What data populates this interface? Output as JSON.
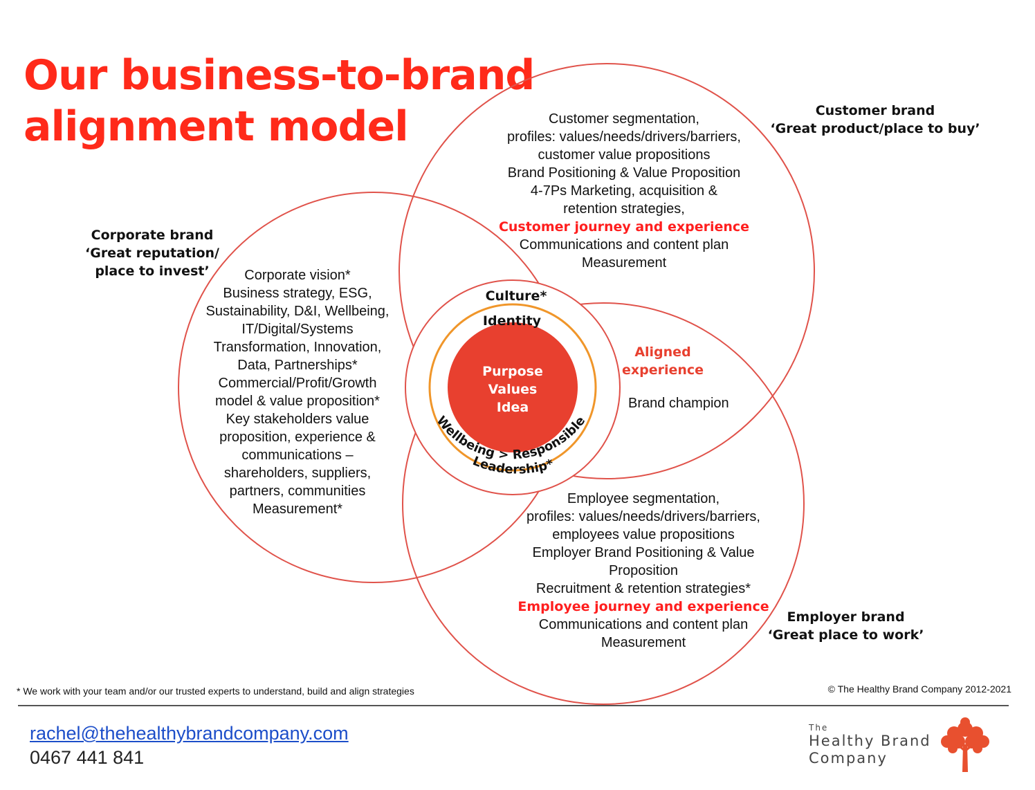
{
  "title": {
    "line1": "Our business-to-brand",
    "line2": "alignment model"
  },
  "colors": {
    "title_red": "#ff2a1a",
    "circle_stroke": "#e0524a",
    "core_fill": "#e8402f",
    "identity_ring": "#f0962a",
    "link_blue": "#1c4ec9"
  },
  "customer": {
    "label_line1": "Customer brand",
    "label_line2": "‘Great product/place to buy’",
    "lines": [
      "Customer segmentation,",
      "profiles: values/needs/drivers/barriers,",
      "customer value propositions",
      "Brand Positioning & Value Proposition",
      "4-7Ps Marketing, acquisition &",
      "retention strategies,"
    ],
    "highlight": "Customer journey and experience",
    "lines_after": [
      "Communications and content plan",
      "Measurement"
    ]
  },
  "corporate": {
    "label_line1": "Corporate brand",
    "label_line2": "‘Great reputation/",
    "label_line3": "place to invest’",
    "lines": [
      "Corporate vision*",
      "Business strategy, ESG,",
      "Sustainability, D&I, Wellbeing,",
      "IT/Digital/Systems",
      "Transformation, Innovation,",
      "Data, Partnerships*",
      "Commercial/Profit/Growth",
      "model & value proposition*",
      "Key stakeholders value",
      "proposition, experience &",
      "communications –",
      "shareholders, suppliers,",
      "partners, communities",
      "Measurement*"
    ]
  },
  "employer": {
    "label_line1": "Employer brand",
    "label_line2": "‘Great place to work’",
    "lines": [
      "Employee segmentation,",
      "profiles: values/needs/drivers/barriers,",
      "employees value propositions",
      "Employer Brand Positioning & Value",
      "Proposition",
      "Recruitment & retention strategies*"
    ],
    "highlight": "Employee journey and experience",
    "lines_after": [
      "Communications and content plan",
      "Measurement"
    ]
  },
  "center": {
    "culture": "Culture*",
    "identity": "Identity",
    "core_lines": [
      "Purpose",
      "Values",
      "Idea"
    ],
    "wellbeing": "Wellbeing > Responsible",
    "leadership": "Leadership*"
  },
  "aligned": {
    "line1": "Aligned",
    "line2": "experience"
  },
  "champion": "Brand champion",
  "footnote": "* We work with your team and/or our trusted experts to understand, build and align strategies",
  "copyright": "© The Healthy Brand Company 2012-2021",
  "contact": {
    "email": "rachel@thehealthybrandcompany.com",
    "phone": "0467 441 841"
  },
  "logo": {
    "line1": "The",
    "line2": "Healthy Brand",
    "line3": "Company",
    "icon": "tree-icon"
  }
}
